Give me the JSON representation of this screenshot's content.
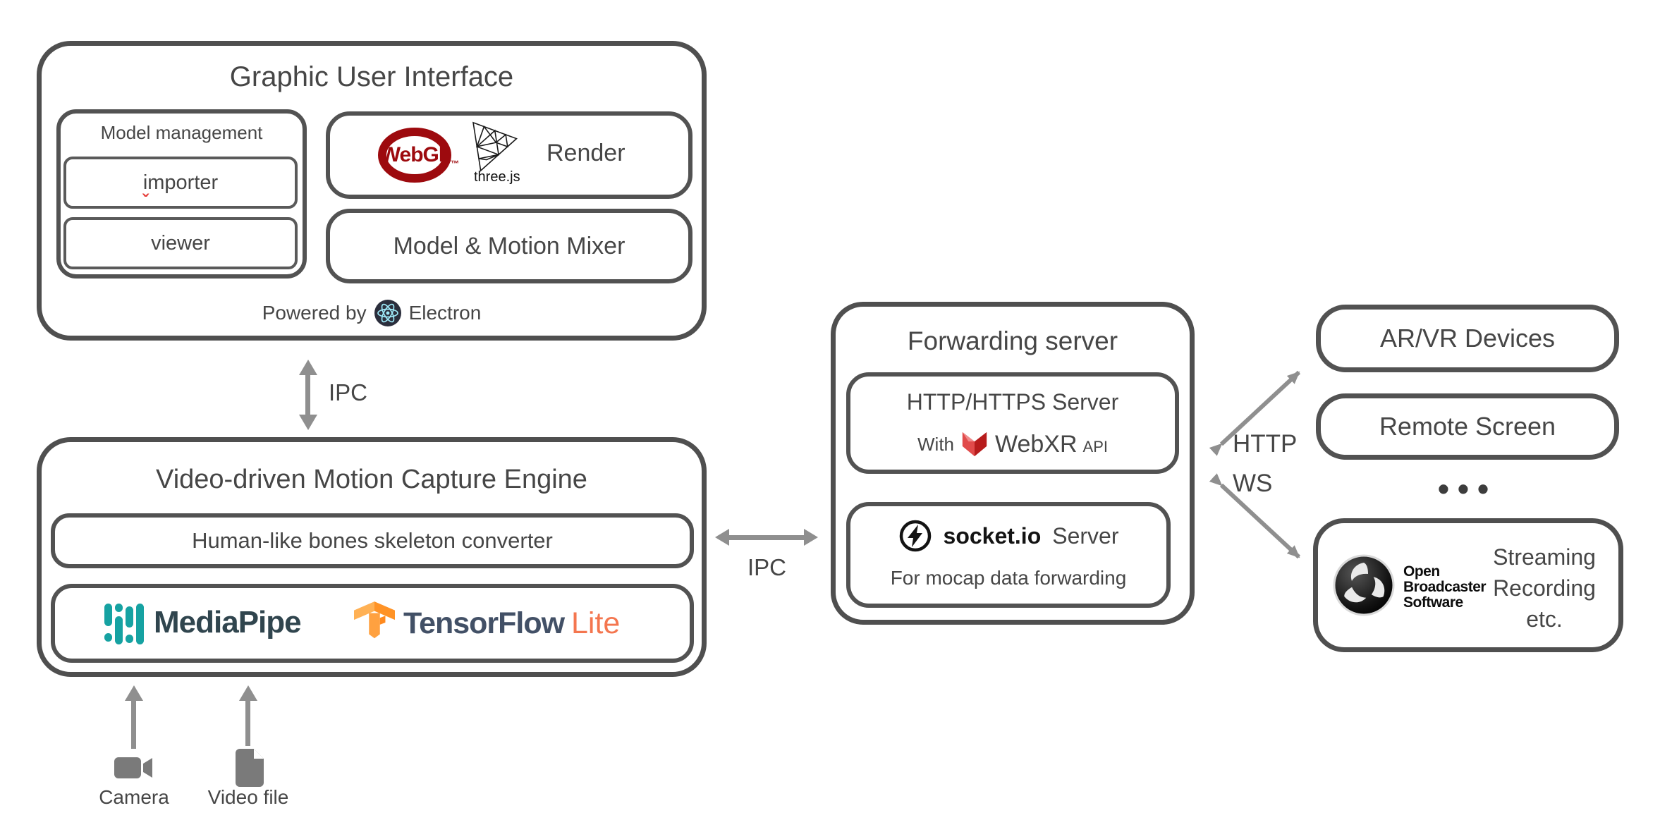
{
  "colors": {
    "box_border": "#4f4f4f",
    "text": "#464646",
    "arrow_gray": "#8f8f8f",
    "webgl_red": "#9d0a0e",
    "electron_navy": "#2b2e3c",
    "electron_cyan": "#9feaf9",
    "webxr_red_dark": "#b71c1c",
    "webxr_red_light": "#e14b4b",
    "mediapipe_teal": "#16a2a2",
    "mediapipe_text": "#30454e",
    "tensorflow_text": "#425066",
    "tensorflow_lite_orange": "#f4764f",
    "tensorflow_logo_orange": "#ff9326",
    "socketio_black": "#131313",
    "spellcheck_red": "#e53935"
  },
  "gui": {
    "title": "Graphic User Interface",
    "model_management": {
      "label": "Model management",
      "importer": "importer",
      "spellcheck_mark": "ˇ",
      "viewer": "viewer"
    },
    "render": {
      "webgl": "WebGL",
      "webgl_tm": "™",
      "threejs": "three.js",
      "label": "Render"
    },
    "mixer": "Model & Motion Mixer",
    "powered_by": "Powered by",
    "electron": "Electron"
  },
  "connections": {
    "ipc_gui_engine": "IPC",
    "ipc_engine_server": "IPC",
    "http": "HTTP",
    "ws": "WS"
  },
  "engine": {
    "title": "Video-driven Motion Capture Engine",
    "skeleton": "Human-like bones skeleton converter",
    "mediapipe": "MediaPipe",
    "tensorflow": "TensorFlow",
    "tensorflow_lite": "Lite"
  },
  "inputs": {
    "camera": "Camera",
    "video_file": "Video file"
  },
  "server": {
    "title": "Forwarding server",
    "http_server": "HTTP/HTTPS Server",
    "with": "With",
    "webxr": "WebXR",
    "api": "API",
    "socketio": "socket.io",
    "socketio_server": "Server",
    "socket_desc": "For mocap data forwarding"
  },
  "devices": {
    "arvr": "AR/VR Devices",
    "remote": "Remote Screen",
    "ellipsis": "•••",
    "obs_line1": "Open",
    "obs_line2": "Broadcaster",
    "obs_line3": "Software",
    "stream_line1": "Streaming",
    "stream_line2": "Recording",
    "stream_line3": "etc."
  }
}
